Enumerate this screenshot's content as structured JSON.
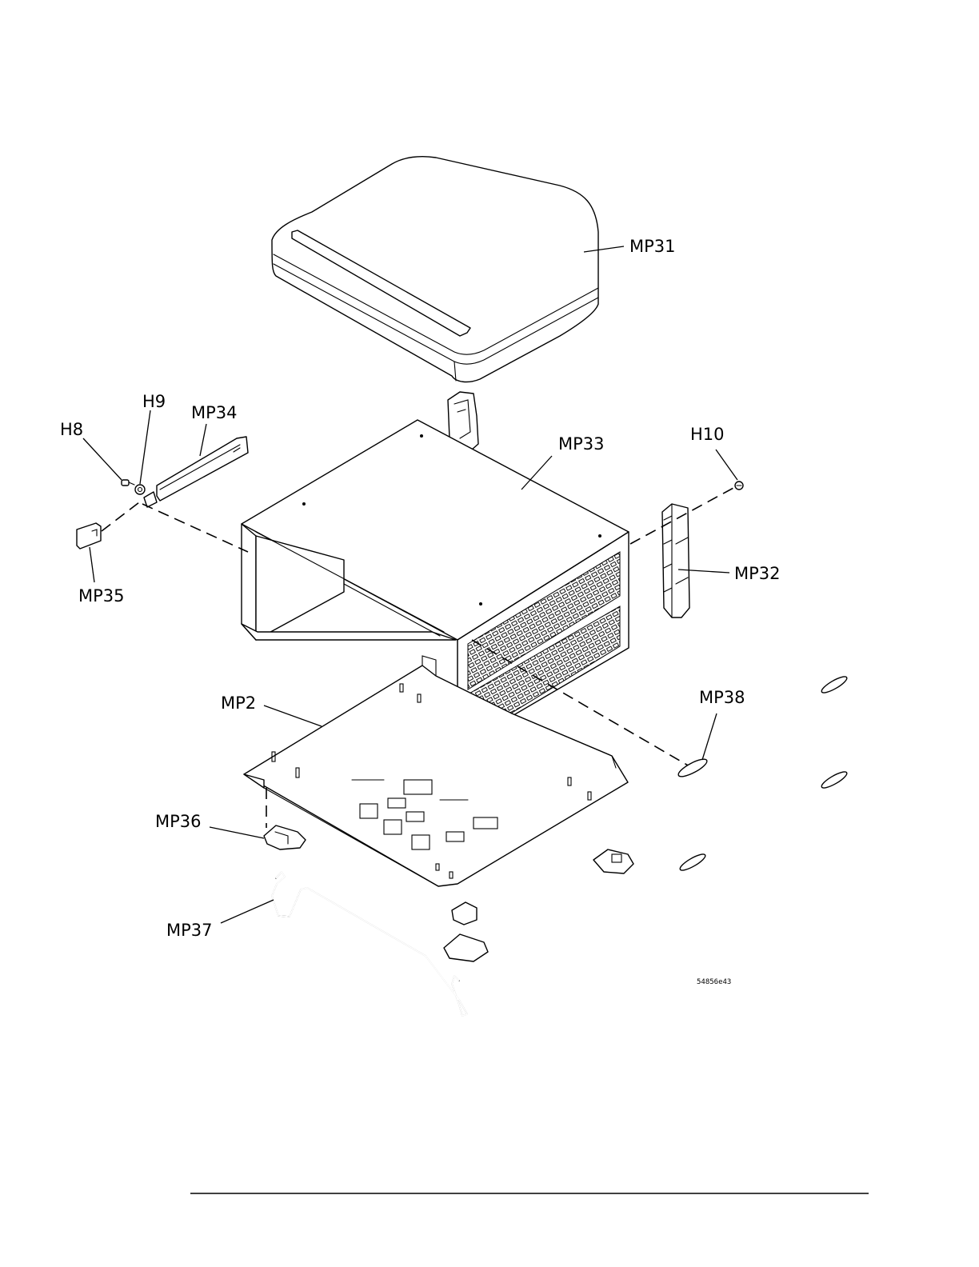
{
  "callouts": {
    "mp31": "MP31",
    "h9": "H9",
    "mp34": "MP34",
    "h8": "H8",
    "mp33": "MP33",
    "h10": "H10",
    "mp32": "MP32",
    "mp35": "MP35",
    "mp2": "MP2",
    "mp38": "MP38",
    "mp36": "MP36",
    "mp37": "MP37"
  },
  "figure_id": "54856e43"
}
